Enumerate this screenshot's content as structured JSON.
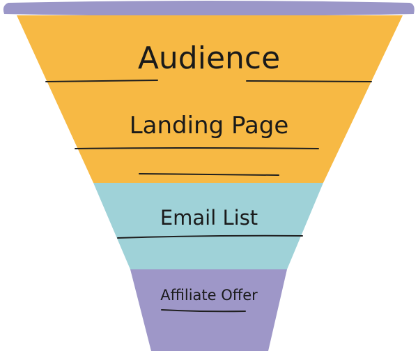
{
  "funnel": {
    "stages": [
      {
        "label": "Audience"
      },
      {
        "label": "Landing Page"
      },
      {
        "label": "Email List"
      },
      {
        "label": "Affiliate Offer"
      }
    ]
  },
  "colors": {
    "rim": "#9b97c8",
    "audience_band": "#f7b944",
    "email_band": "#9fd2d8",
    "offer_band": "#9e97c8",
    "ink": "#1a1a1a"
  }
}
